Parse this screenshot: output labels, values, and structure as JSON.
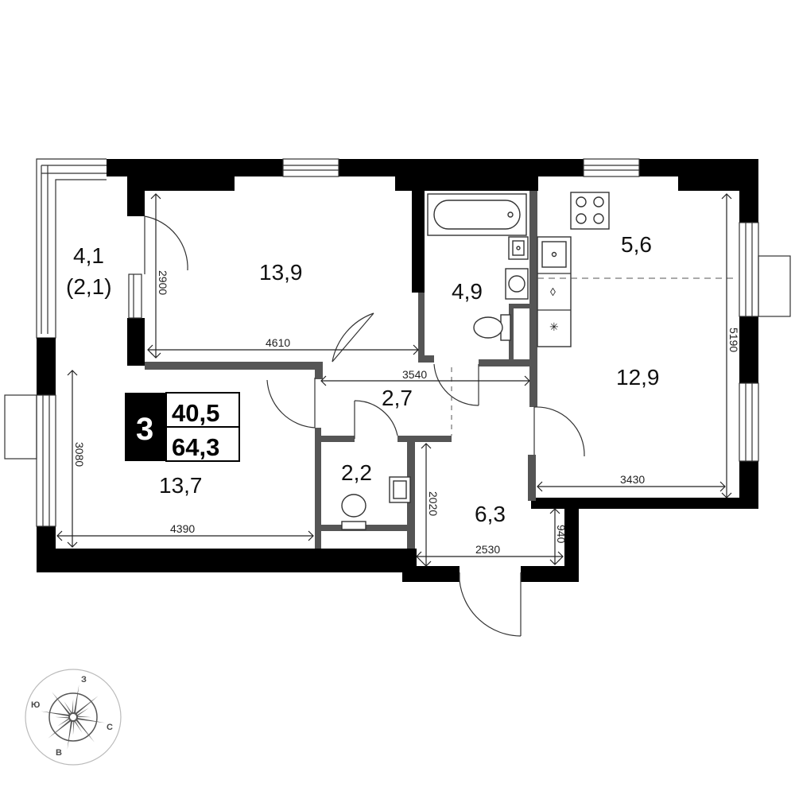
{
  "rooms": {
    "loggia_area": "4,1",
    "loggia_reduced": "(2,1)",
    "bedroom_top": "13,9",
    "bathroom": "4,9",
    "kitchen_area": "5,6",
    "living": "12,9",
    "corridor": "2,7",
    "wc": "2,2",
    "hall": "6,3",
    "bedroom_bottom": "13,7"
  },
  "badge": {
    "rooms_count": "3",
    "living_area": "40,5",
    "total_area": "64,3"
  },
  "dimensions": {
    "d2900": "2900",
    "d4610": "4610",
    "d3540": "3540",
    "d5190": "5190",
    "d3430": "3430",
    "d3080": "3080",
    "d4390": "4390",
    "d2020": "2020",
    "d2530": "2530",
    "d940": "940"
  },
  "compass": {
    "west": "З",
    "south": "Ю",
    "north": "С",
    "east": "В"
  }
}
